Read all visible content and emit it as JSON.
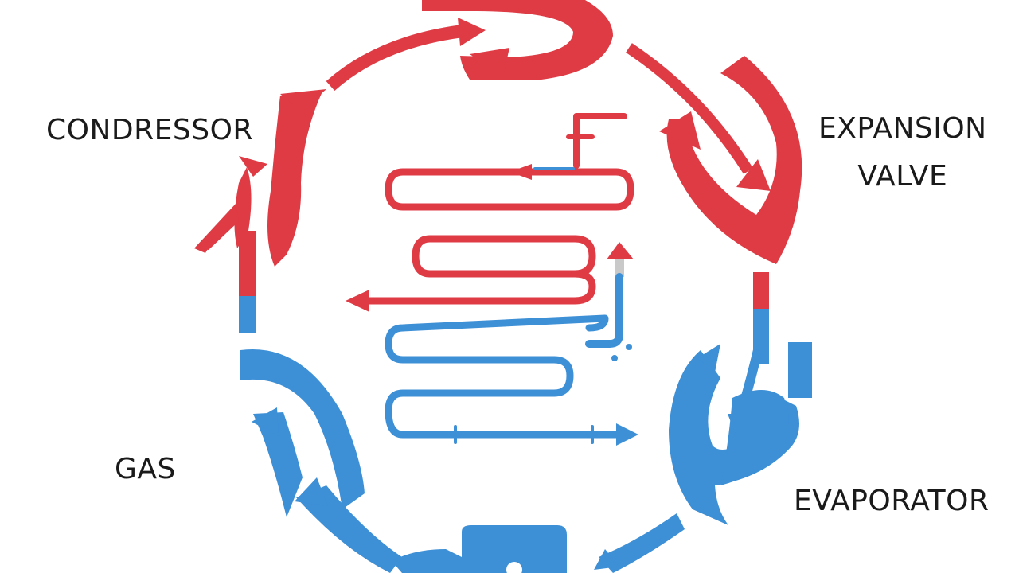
{
  "colors": {
    "hot": "#df3b45",
    "cold": "#3d8fd6",
    "transition": "#c9c9c9",
    "text": "#1a1a1a",
    "background": "#ffffff"
  },
  "labels": {
    "condressor": "CONDRESSOR",
    "expansion_line1": "EXPANSION",
    "expansion_line2": "VALVE",
    "gas": "GAS",
    "evaporator": "EVAPORATOR"
  }
}
